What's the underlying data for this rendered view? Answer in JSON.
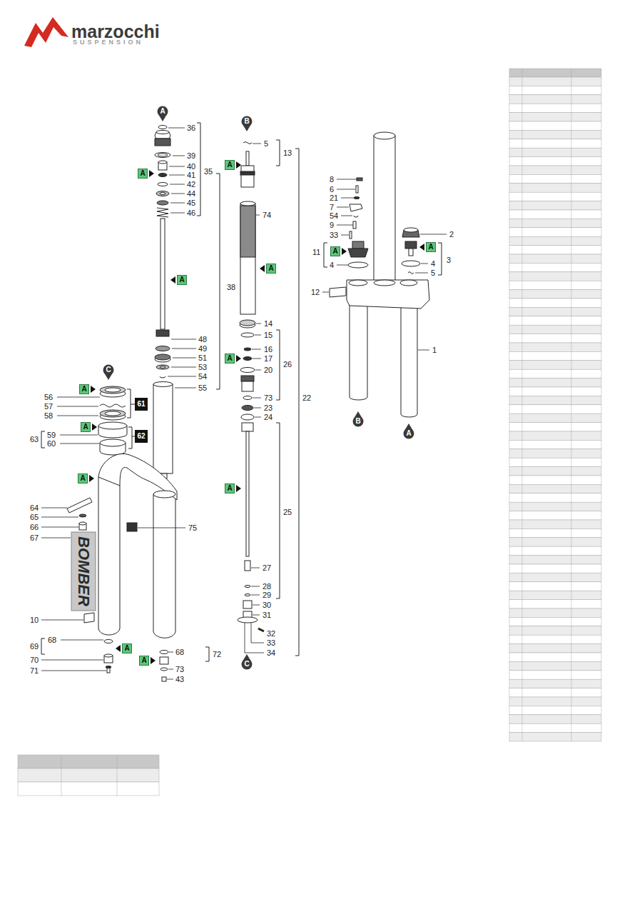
{
  "diagram": {
    "nodes": [
      {
        "text": [
          "A"
        ]
      },
      {
        "text": [
          "B"
        ]
      },
      {
        "text": [
          "A"
        ]
      },
      {
        "text": [
          "A"
        ]
      },
      {
        "text": [
          "A"
        ]
      },
      {
        "text": [
          "A"
        ]
      },
      {
        "text": [
          "A"
        ]
      },
      {
        "text": [
          "A"
        ]
      },
      {
        "text": [
          "A"
        ]
      },
      {
        "text": [
          "C"
        ]
      },
      {
        "text": [
          "A"
        ]
      },
      {
        "text": [
          "61"
        ]
      },
      {
        "text": [
          "B"
        ]
      },
      {
        "text": [
          "A"
        ]
      },
      {
        "text": [
          "A"
        ]
      },
      {
        "text": [
          "62"
        ]
      },
      {
        "text": [
          "A"
        ]
      },
      {
        "text": [
          "A"
        ]
      },
      {
        "text": [
          "A"
        ]
      },
      {
        "text": [
          "C"
        ]
      },
      {
        "text": [
          "A"
        ]
      }
    ],
    "labels": [
      "marzocchi",
      "SUSPENSION",
      "36",
      "39",
      "40",
      "41",
      "42",
      "44",
      "45",
      "46",
      "35",
      "38",
      "48",
      "49",
      "51",
      "53",
      "54",
      "55",
      "56",
      "57",
      "58",
      "59",
      "60",
      "63",
      "64",
      "65",
      "66",
      "67",
      "BOMBER",
      "10",
      "75",
      "68",
      "69",
      "70",
      "71",
      "68",
      "72",
      "73",
      "43",
      "5",
      "13",
      "74",
      "14",
      "15",
      "16",
      "17",
      "20",
      "26",
      "73",
      "23",
      "24",
      "25",
      "22",
      "27",
      "28",
      "29",
      "30",
      "31",
      "32",
      "33",
      "34",
      "8",
      "6",
      "21",
      "7",
      "54",
      "9",
      "33",
      "11",
      "4",
      "12",
      "2",
      "3",
      "4",
      "5",
      "1"
    ]
  }
}
